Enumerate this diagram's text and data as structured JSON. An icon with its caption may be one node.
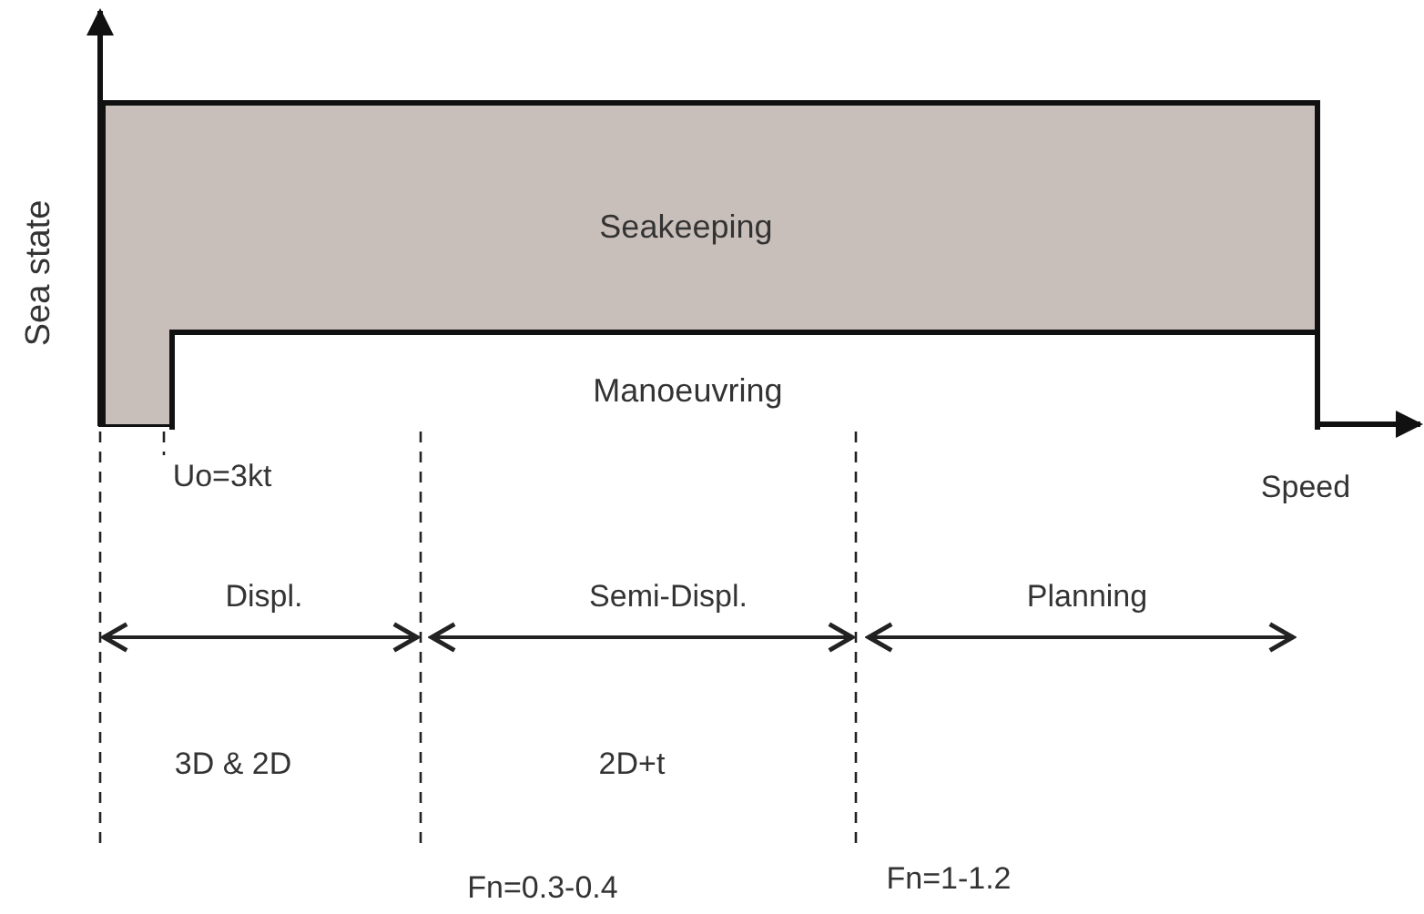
{
  "diagram": {
    "nodes": [
      {
        "text": [
          "Seakeeping"
        ]
      },
      {
        "text": [
          "Manoeuvring"
        ],
        "in": 0
      }
    ],
    "labels": [
      "Sea state",
      "Uo=3kt",
      "Speed",
      "Displ.",
      "Semi-Displ.",
      "Planning",
      "3D & 2D",
      "2D+t",
      "Fn=0.3-0.4",
      "Fn=1-1.2"
    ]
  }
}
